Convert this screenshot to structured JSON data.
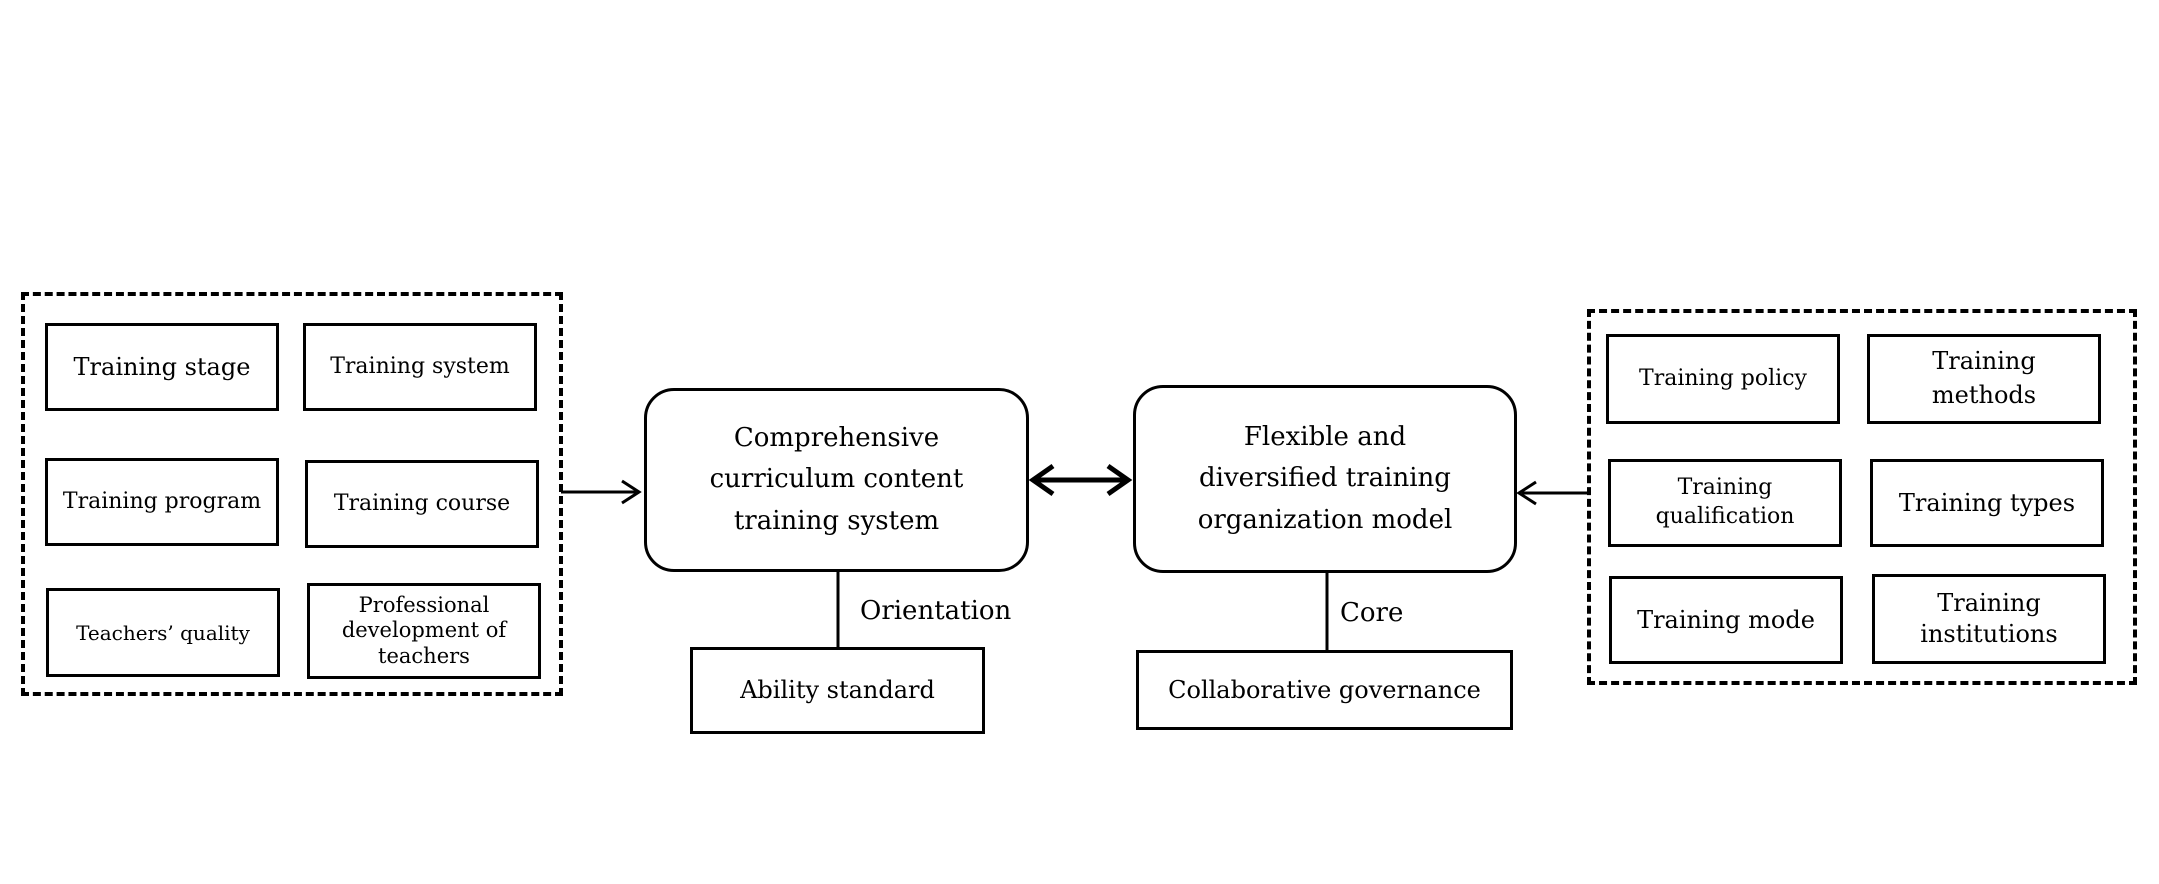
{
  "left_group": {
    "items": [
      "Training stage",
      "Training system",
      "Training program",
      "Training course",
      "Teachers’ quality",
      "Professional\ndevelopment of\nteachers"
    ]
  },
  "center_left": {
    "title": "Comprehensive\ncurriculum content\ntraining system",
    "connector_label": "Orientation",
    "sub_box": "Ability standard"
  },
  "center_right": {
    "title": "Flexible and\ndiversified training\norganization model",
    "connector_label": "Core",
    "sub_box": "Collaborative governance"
  },
  "right_group": {
    "items": [
      "Training policy",
      "Training\nmethods",
      "Training\nqualification",
      "Training types",
      "Training mode",
      "Training\ninstitutions"
    ]
  }
}
